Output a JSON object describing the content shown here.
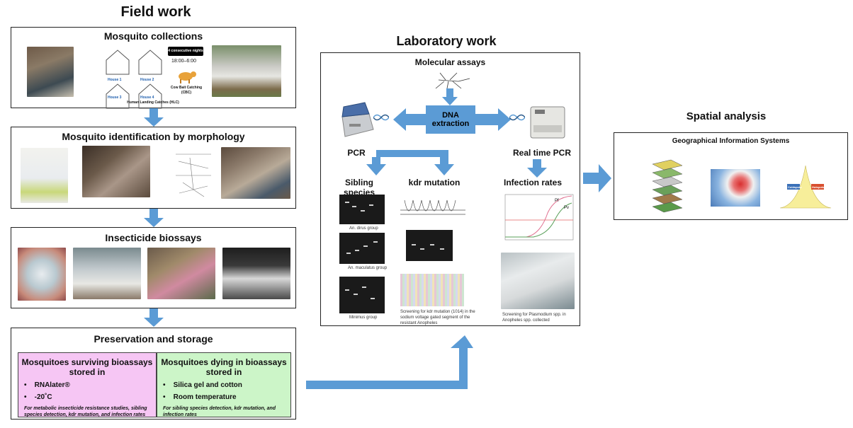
{
  "field": {
    "title": "Field work",
    "collections": {
      "title": "Mosquito collections",
      "houses": [
        "House 1",
        "House 2",
        "House 3",
        "House 4"
      ],
      "nights_badge": "4 consecutive nights",
      "time": "18:00–6:00",
      "cow_bait": "Cow Bait Catching (CBC)",
      "hlc": "Human Landing Catches (HLC)"
    },
    "identification": {
      "title": "Mosquito identification by morphology"
    },
    "bioassays": {
      "title": "Insecticide biossays"
    },
    "preservation": {
      "title": "Preservation and storage",
      "surviving": {
        "title": "Mosquitoes surviving bioassays stored in",
        "items": [
          "RNAlater®",
          "-20˚C"
        ],
        "note": "For metabolic insecticide resistance studies, sibling species detection, kdr mutation, and infection rates"
      },
      "dying": {
        "title": "Mosquitoes dying in bioassays stored in",
        "items": [
          "Silica gel and cotton",
          "Room temperature"
        ],
        "note": "For sibling species detection, kdr mutation, and infection rates"
      }
    }
  },
  "lab": {
    "title": "Laboratory work",
    "molecular": "Molecular assays",
    "dna": "DNA extraction",
    "pcr": "PCR",
    "realtime": "Real time PCR",
    "sibling": "Sibling species",
    "kdr": "kdr mutation",
    "infection": "Infection rates",
    "gel1_label": "An. dirus group",
    "gel2_label": "An. maculatus group",
    "gel3_label": "Minimus group",
    "kdr_caption": "Screening for kdr mutation (1014) in the sodium voltage gated segment of the resistant Anopheles",
    "inf_caption": "Screening for Plasmodium spp. in Anopheles spp. collected",
    "qpcr_labels": [
      "Pf",
      "Pv"
    ]
  },
  "spatial": {
    "title": "Spatial analysis",
    "gis": "Geographical Information Systems",
    "dist_labels": [
      "Coldspots",
      "Hotspots"
    ]
  },
  "colors": {
    "arrow": "#5b9bd5",
    "surviving_bg": "#f6c6f4",
    "dying_bg": "#ccf5c8"
  }
}
